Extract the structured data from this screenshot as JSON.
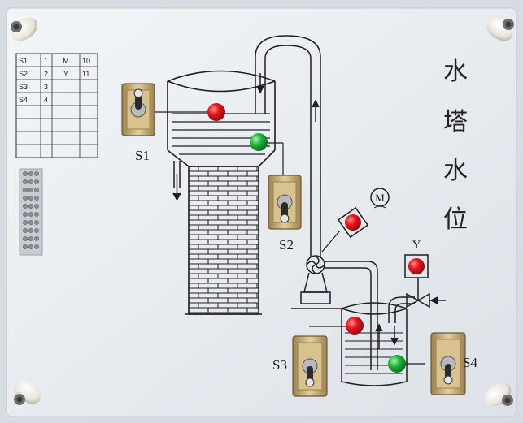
{
  "title_chars": [
    "水",
    "塔",
    "水",
    "位"
  ],
  "table": {
    "rows": [
      [
        "S1",
        "1",
        "M",
        "10"
      ],
      [
        "S2",
        "2",
        "Y",
        "11"
      ],
      [
        "S3",
        "3",
        "",
        ""
      ],
      [
        "S4",
        "4",
        "",
        ""
      ],
      [
        "",
        "",
        "",
        ""
      ],
      [
        "",
        "",
        "",
        ""
      ],
      [
        "",
        "",
        "",
        ""
      ],
      [
        "",
        "",
        "",
        ""
      ]
    ]
  },
  "labels": {
    "s1": "S1",
    "s2": "S2",
    "s3": "S3",
    "s4": "S4",
    "motor": "M",
    "valve": "Y"
  },
  "colors": {
    "panel": "#e9edf2",
    "line": "#1f1f1f",
    "led_red": "#e0161c",
    "led_green": "#1fb33a",
    "switch_brass": "#c9b07a"
  }
}
